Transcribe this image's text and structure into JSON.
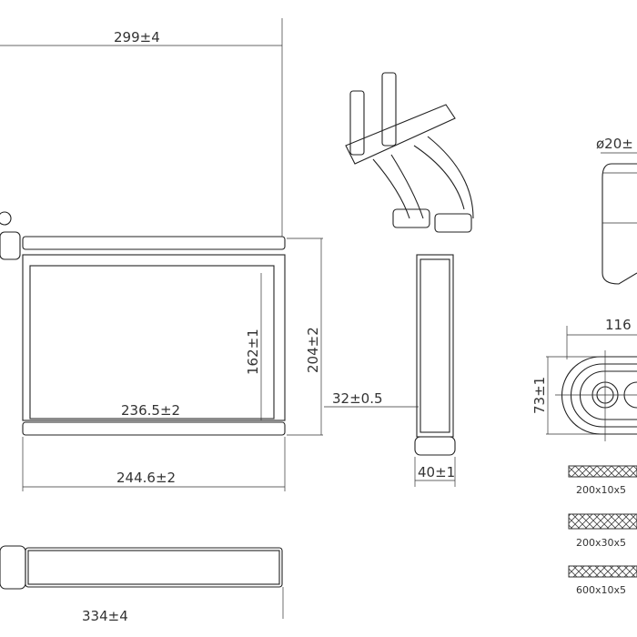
{
  "drawing": {
    "front_view": {
      "overall_width": "299±4",
      "core_height": "162±1",
      "overall_height": "204±2",
      "core_width": "236.5±2",
      "frame_width": "244.6±2"
    },
    "side_view": {
      "thickness_core": "32±0.5",
      "thickness_tank": "40±1"
    },
    "pipe_detail": {
      "pipe_diameter": "ø20±"
    },
    "flange_detail": {
      "width": "116",
      "height": "73±1"
    },
    "foam_strips": [
      "200x10x5",
      "200x30x5",
      "600x10x5"
    ],
    "top_view": {
      "overall_length": "334±4"
    }
  }
}
